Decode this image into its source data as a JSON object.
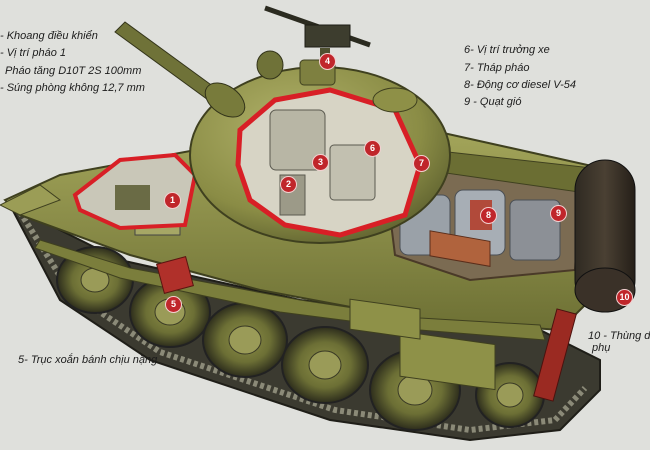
{
  "labels": {
    "l1": "- Khoang điều khiển",
    "l2": "- Vị trí pháo 1",
    "l3": "Pháo tăng D10T 2S 100mm",
    "l4": "- Súng phòng không 12,7 mm",
    "l5": "5- Trục xoắn bánh chịu nặng",
    "l6": "6- Vị trí trưởng xe",
    "l7": "7- Tháp pháo",
    "l8": "8- Động cơ diesel V-54",
    "l9": "9 - Quạt gió",
    "l10a": "10 - Thùng d",
    "l10b": "phụ"
  },
  "markers": [
    "1",
    "2",
    "3",
    "4",
    "5",
    "6",
    "7",
    "8",
    "9",
    "10"
  ],
  "colors": {
    "background": "#dfe0dc",
    "hull": "#8a8d46",
    "cutaway": "#d81f26",
    "marker": "#c0262b"
  }
}
